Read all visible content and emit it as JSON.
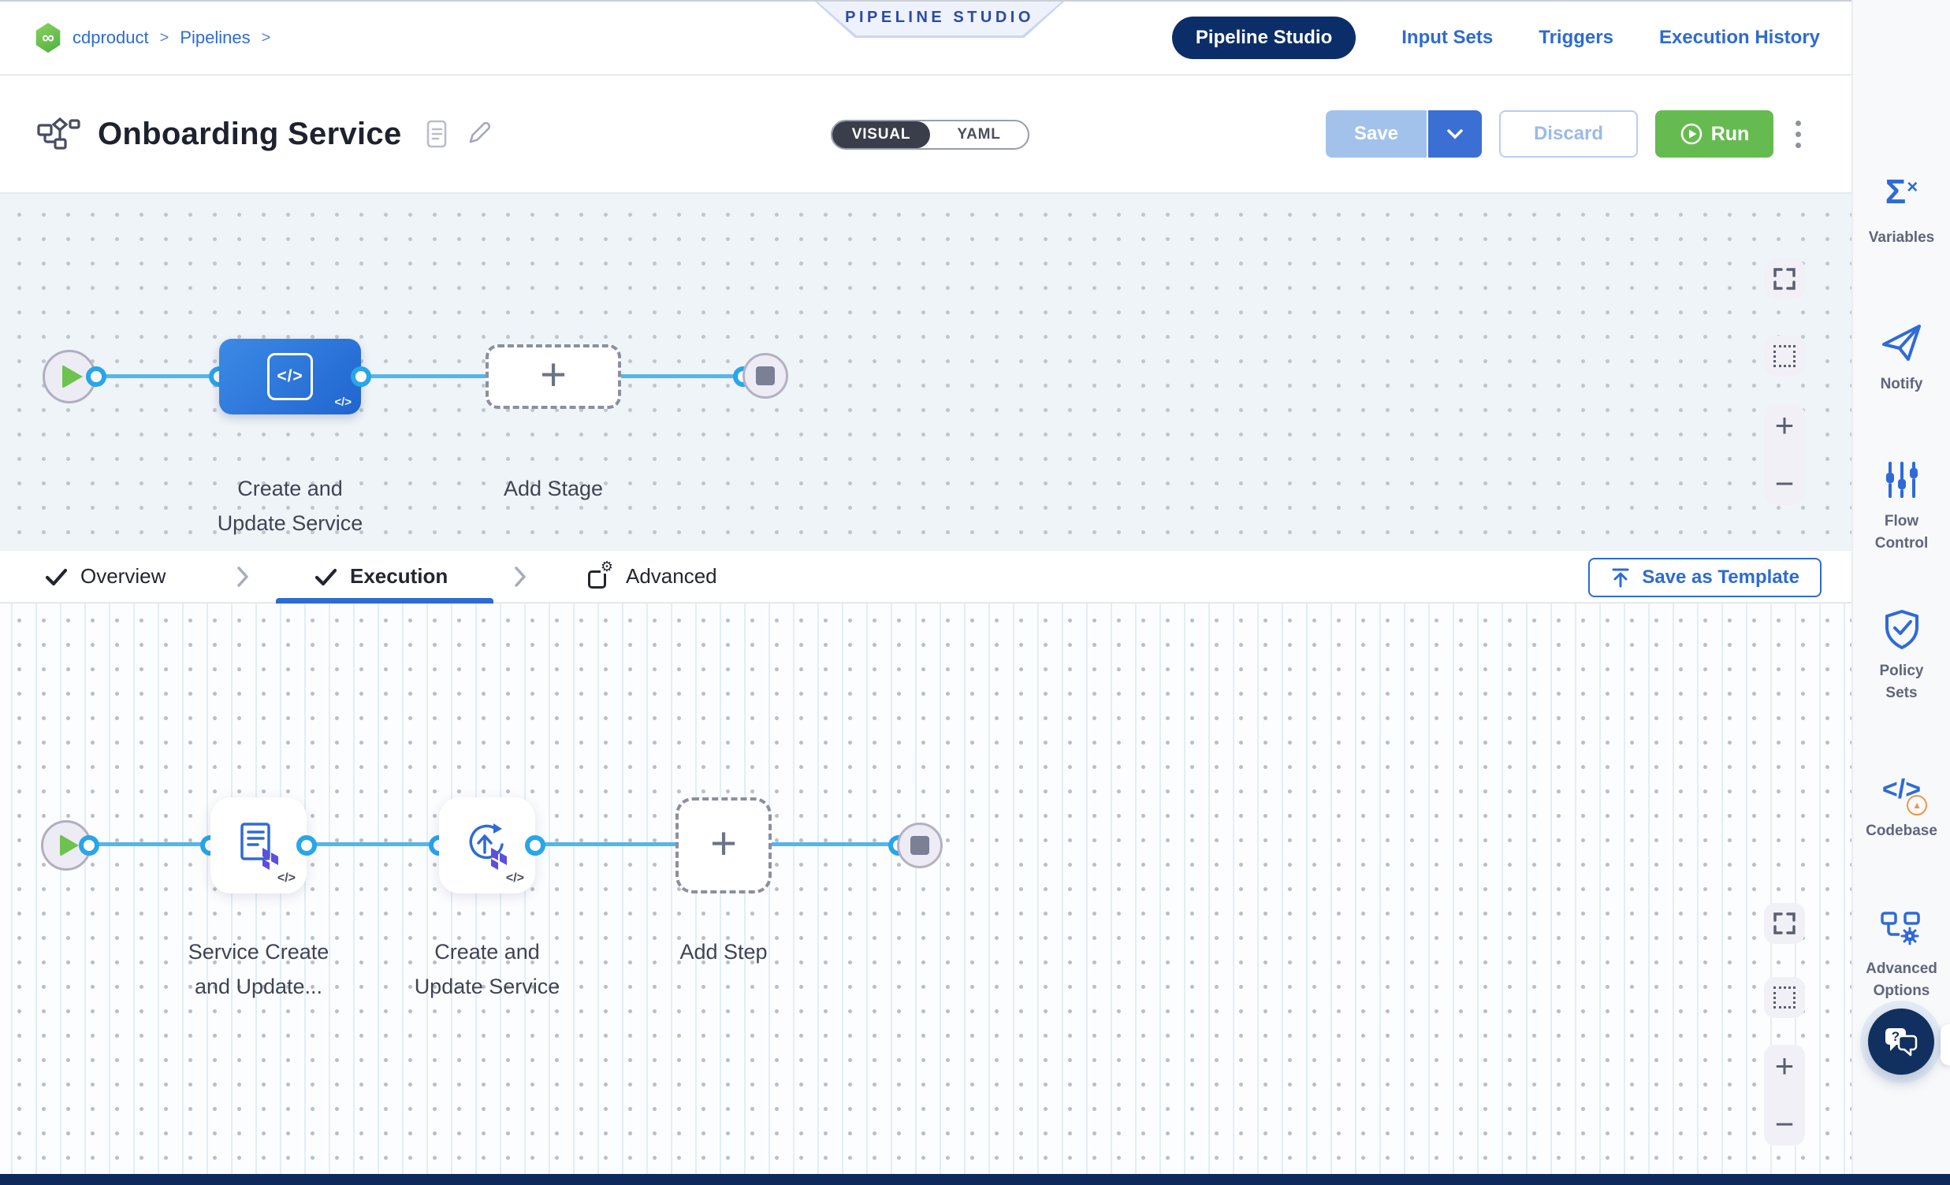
{
  "colors": {
    "accent_blue": "#2e6bd2",
    "navy_pill": "#0c2e68",
    "run_green": "#66bb50",
    "edge_blue": "#54b6ea",
    "stage_node_blue": "#2a74d9",
    "save_disabled_blue": "#a2c2eb",
    "logo_green": "#62bb46",
    "canvas1_bg": "#eff4f8",
    "canvas2_bg": "#fcfdff",
    "bottom_bar_navy": "#0e2a5c"
  },
  "icons": {
    "logo": "∞",
    "plus": "+",
    "minus": "−",
    "gear": "⚙",
    "warning": "▲",
    "question": "?",
    "code_badge": "</>"
  },
  "breadcrumb": {
    "project": "cdproduct",
    "separator": ">",
    "section": "Pipelines"
  },
  "banner": {
    "label": "PIPELINE STUDIO"
  },
  "top_nav": {
    "tabs": [
      {
        "label": "Pipeline Studio",
        "active": true
      },
      {
        "label": "Input Sets",
        "active": false
      },
      {
        "label": "Triggers",
        "active": false
      },
      {
        "label": "Execution History",
        "active": false
      }
    ]
  },
  "pipeline_header": {
    "title": "Onboarding Service",
    "view_toggle": {
      "visual": "VISUAL",
      "yaml": "YAML",
      "selected": "VISUAL"
    },
    "save_label": "Save",
    "discard_label": "Discard",
    "run_label": "Run"
  },
  "stage_canvas": {
    "stage_label_line1": "Create and",
    "stage_label_line2": "Update Service",
    "add_stage_label": "Add Stage"
  },
  "execution_tabs": {
    "overview_label": "Overview",
    "execution_label": "Execution",
    "advanced_label": "Advanced",
    "active_tab": "Execution",
    "save_as_template_label": "Save as Template"
  },
  "execution_canvas": {
    "step1_label_line1": "Service Create",
    "step1_label_line2": "and Update...",
    "step2_label_line1": "Create and",
    "step2_label_line2": "Update Service",
    "add_step_label": "Add Step"
  },
  "right_sidebar": {
    "items": [
      {
        "line1": "Variables",
        "line2": ""
      },
      {
        "line1": "Notify",
        "line2": ""
      },
      {
        "line1": "Flow",
        "line2": "Control"
      },
      {
        "line1": "Policy",
        "line2": "Sets"
      },
      {
        "line1": "Codebase",
        "line2": ""
      },
      {
        "line1": "Advanced",
        "line2": "Options"
      }
    ]
  }
}
